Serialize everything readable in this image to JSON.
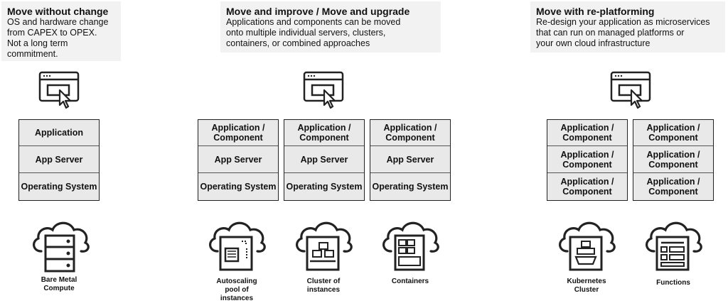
{
  "headers": [
    {
      "title": "Move without change",
      "desc": "OS and hardware change\nfrom CAPEX to OPEX.\nNot a long term\ncommitment."
    },
    {
      "title": "Move and improve / Move and upgrade",
      "desc": "Applications and components can be moved\nonto multiple individual servers, clusters,\ncontainers, or combined approaches"
    },
    {
      "title": "Move with re-platforming",
      "desc": "Re-design your application as microservices\nthat can run on managed platforms or\nyour own cloud infrastructure"
    }
  ],
  "stacks": {
    "s1": [
      "Application",
      "App Server",
      "Operating System"
    ],
    "s2": [
      "Application /\nComponent",
      "App Server",
      "Operating System"
    ],
    "s3": [
      "Application /\nComponent",
      "App Server",
      "Operating System"
    ],
    "s4": [
      "Application /\nComponent",
      "App Server",
      "Operating System"
    ],
    "s5": [
      "Application /\nComponent",
      "Application /\nComponent",
      "Application /\nComponent"
    ],
    "s6": [
      "Application /\nComponent",
      "Application /\nComponent",
      "Application /\nComponent"
    ]
  },
  "captions": {
    "bare_metal": "Bare Metal\nCompute",
    "autoscaling": "Autoscaling\npool of\ninstances",
    "cluster": "Cluster of\ninstances",
    "containers": "Containers",
    "kubernetes": "Kubernetes\nCluster",
    "functions": "Functions"
  }
}
